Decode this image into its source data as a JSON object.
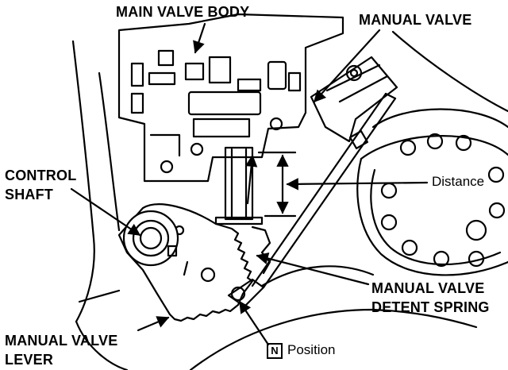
{
  "labels": {
    "main_valve_body": "MAIN VALVE BODY",
    "manual_valve": "MANUAL VALVE",
    "control_shaft_line1": "CONTROL",
    "control_shaft_line2": "SHAFT",
    "distance": "Distance",
    "detent_spring_line1": "MANUAL VALVE",
    "detent_spring_line2": "DETENT SPRING",
    "lever_line1": "MANUAL VALVE",
    "lever_line2": "LEVER",
    "position_badge": "N",
    "position_text": "Position"
  },
  "colors": {
    "ink": "#000000",
    "paper": "#ffffff"
  }
}
